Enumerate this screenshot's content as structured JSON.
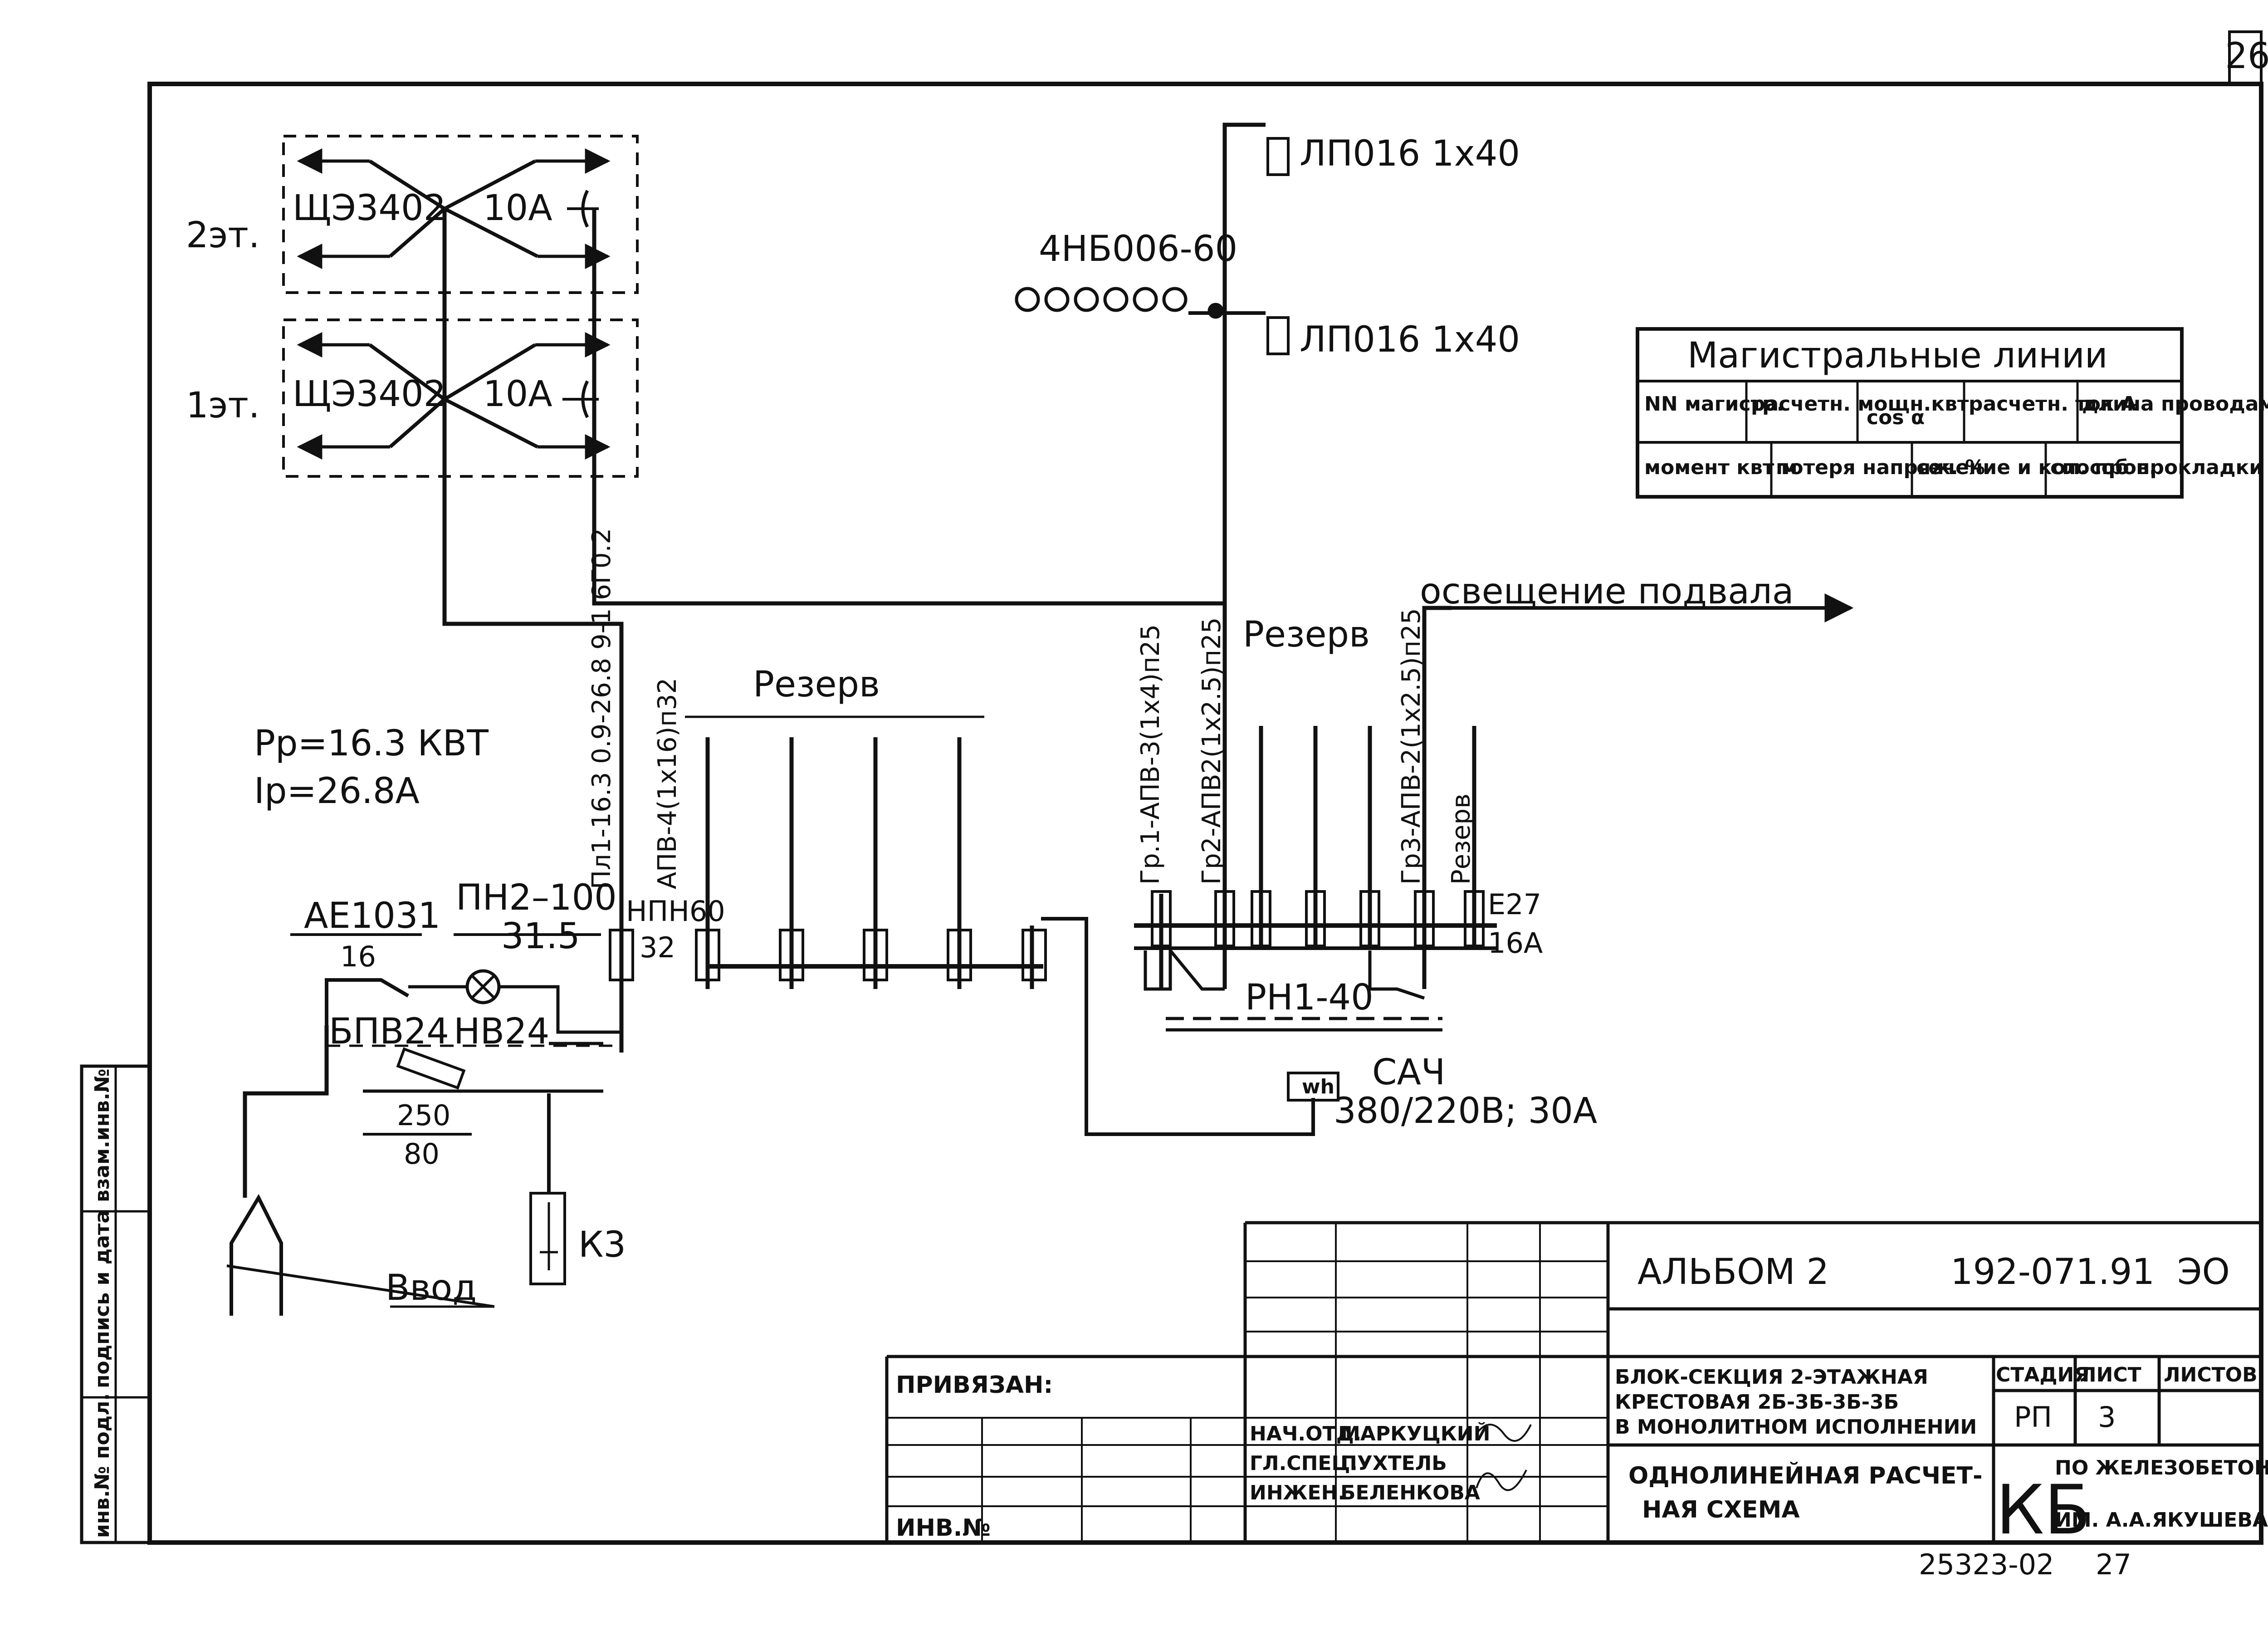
{
  "sheet_number": "26",
  "floors": {
    "floor2": {
      "label": "2эт.",
      "panel": "ЩЭ3402",
      "current": "10А"
    },
    "floor1": {
      "label": "1эт.",
      "panel": "ЩЭ3402",
      "current": "10А"
    }
  },
  "riser_top": {
    "fixture_top": "ЛП016 1х40",
    "fixture_bottom": "ЛП016 1х40",
    "lamp_group": "4НБ006-60"
  },
  "power": {
    "pp": "Pр=16.3 КВТ",
    "ip": "Iр=26.8А"
  },
  "input_section": {
    "breaker": "АЕ1031",
    "breaker_rating": "16",
    "fuse": "ПН2–100",
    "fuse_rating": "31.5",
    "block": "БПВ24",
    "lamp": "НВ24",
    "fuse_frac_top": "250",
    "fuse_frac_bottom": "80",
    "short_circuit": "К3",
    "entry": "Ввод"
  },
  "left_panel": {
    "fuse": "НПН60",
    "fuse_rating": "32",
    "line1": "Пл1-16.3 0.9-26.8 9-1.6Г0.2",
    "line2": "АПВ-4(1х16)п32",
    "reserve_label": "Резерв"
  },
  "right_panel": {
    "reserve_label": "Резерв",
    "gr1": "Гр.1-АПВ-3(1х4)п25",
    "gr2": "Гр2-АПВ2(1х2.5)п25",
    "gr3": "Гр3-АПВ-2(1х2.5)п25",
    "reserve_vertical": "Резерв",
    "fuse_type": "Е27",
    "fuse_current": "16А",
    "switch": "РН1-40",
    "meter": "САЧ",
    "meter_rating": "380/220В; 30А",
    "meter_symbol": "wh",
    "basement": "освещение подвала"
  },
  "legend": {
    "title": "Магистральные линии",
    "row1": [
      "NN магистр.",
      "расчетн. мощн.квт",
      "cos α",
      "расчетн. ток А",
      "длина проводам"
    ],
    "row2": [
      "момент квт м",
      "потеря напряж. %",
      "сечение и кол. пров.",
      "способ прокладки"
    ]
  },
  "side_stamp": [
    "инв.№ подл.",
    "подпись и дата",
    "взам.инв.№"
  ],
  "title_block": {
    "album": "АЛЬБОМ 2",
    "code": "192-071.91",
    "mark": "ЭО",
    "privyazan": "ПРИВЯЗАН:",
    "inv": "ИНВ.№",
    "object_lines": [
      "БЛОК-СЕКЦИЯ 2-ЭТАЖНАЯ",
      "КРЕСТОВАЯ 2Б-3Б-3Б-3Б",
      "В МОНОЛИТНОМ ИСПОЛНЕНИИ"
    ],
    "drawing_lines": [
      "ОДНОЛИНЕЙНАЯ РАСЧЕТ-",
      "НАЯ СХЕМА"
    ],
    "stage_h": "СТАДИЯ",
    "sheet_h": "ЛИСТ",
    "sheets_h": "ЛИСТОВ",
    "stage": "РП",
    "sheet": "3",
    "org_logo": "КБ",
    "org_lines": [
      "ПО ЖЕЛЕЗОБЕТОНУ",
      "ИМ. А.А.ЯКУШЕВА"
    ],
    "roles": [
      {
        "role": "НАЧ.ОТД.",
        "name": "МАРКУЦКИЙ"
      },
      {
        "role": "ГЛ.СПЕЦ.",
        "name": "ПУХТЕЛЬ"
      },
      {
        "role": "ИНЖЕН.",
        "name": "БЕЛЕНКОВА"
      }
    ]
  },
  "footer": {
    "number": "25323-02",
    "page": "27"
  }
}
